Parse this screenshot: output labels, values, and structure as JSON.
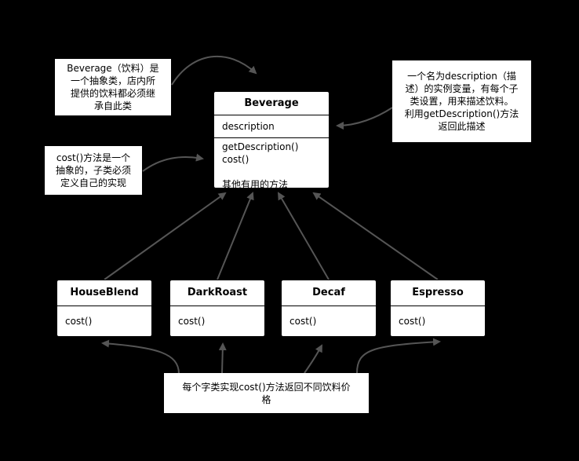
{
  "diagram": {
    "classes": {
      "beverage": {
        "name": "Beverage",
        "fields": [
          "description"
        ],
        "methods": [
          "getDescription()",
          "cost()",
          "",
          "其他有用的方法"
        ]
      },
      "houseblend": {
        "name": "HouseBlend",
        "methods": [
          "cost()"
        ]
      },
      "darkroast": {
        "name": "DarkRoast",
        "methods": [
          "cost()"
        ]
      },
      "decaf": {
        "name": "Decaf",
        "methods": [
          "cost()"
        ]
      },
      "espresso": {
        "name": "Espresso",
        "methods": [
          "cost()"
        ]
      }
    },
    "notes": {
      "beverage_note": [
        "Beverage（饮料）是",
        "一个抽象类，店内所",
        "提供的饮料都必须继",
        "承自此类"
      ],
      "description_note": [
        "一个名为description（描",
        "述）的实例变量，有每个子",
        "类设置，用来描述饮料。",
        "利用getDescription()方法",
        "返回此描述"
      ],
      "cost_note": [
        "cost()方法是一个",
        "抽象的，子类必须",
        "定义自己的实现"
      ],
      "bottom_note": [
        "每个字类实现cost()方法返回不同饮料价",
        "格"
      ]
    },
    "colors": {
      "background": "#000000",
      "box_fill": "#ffffff",
      "box_border": "#000000",
      "connector": "#555555"
    }
  }
}
